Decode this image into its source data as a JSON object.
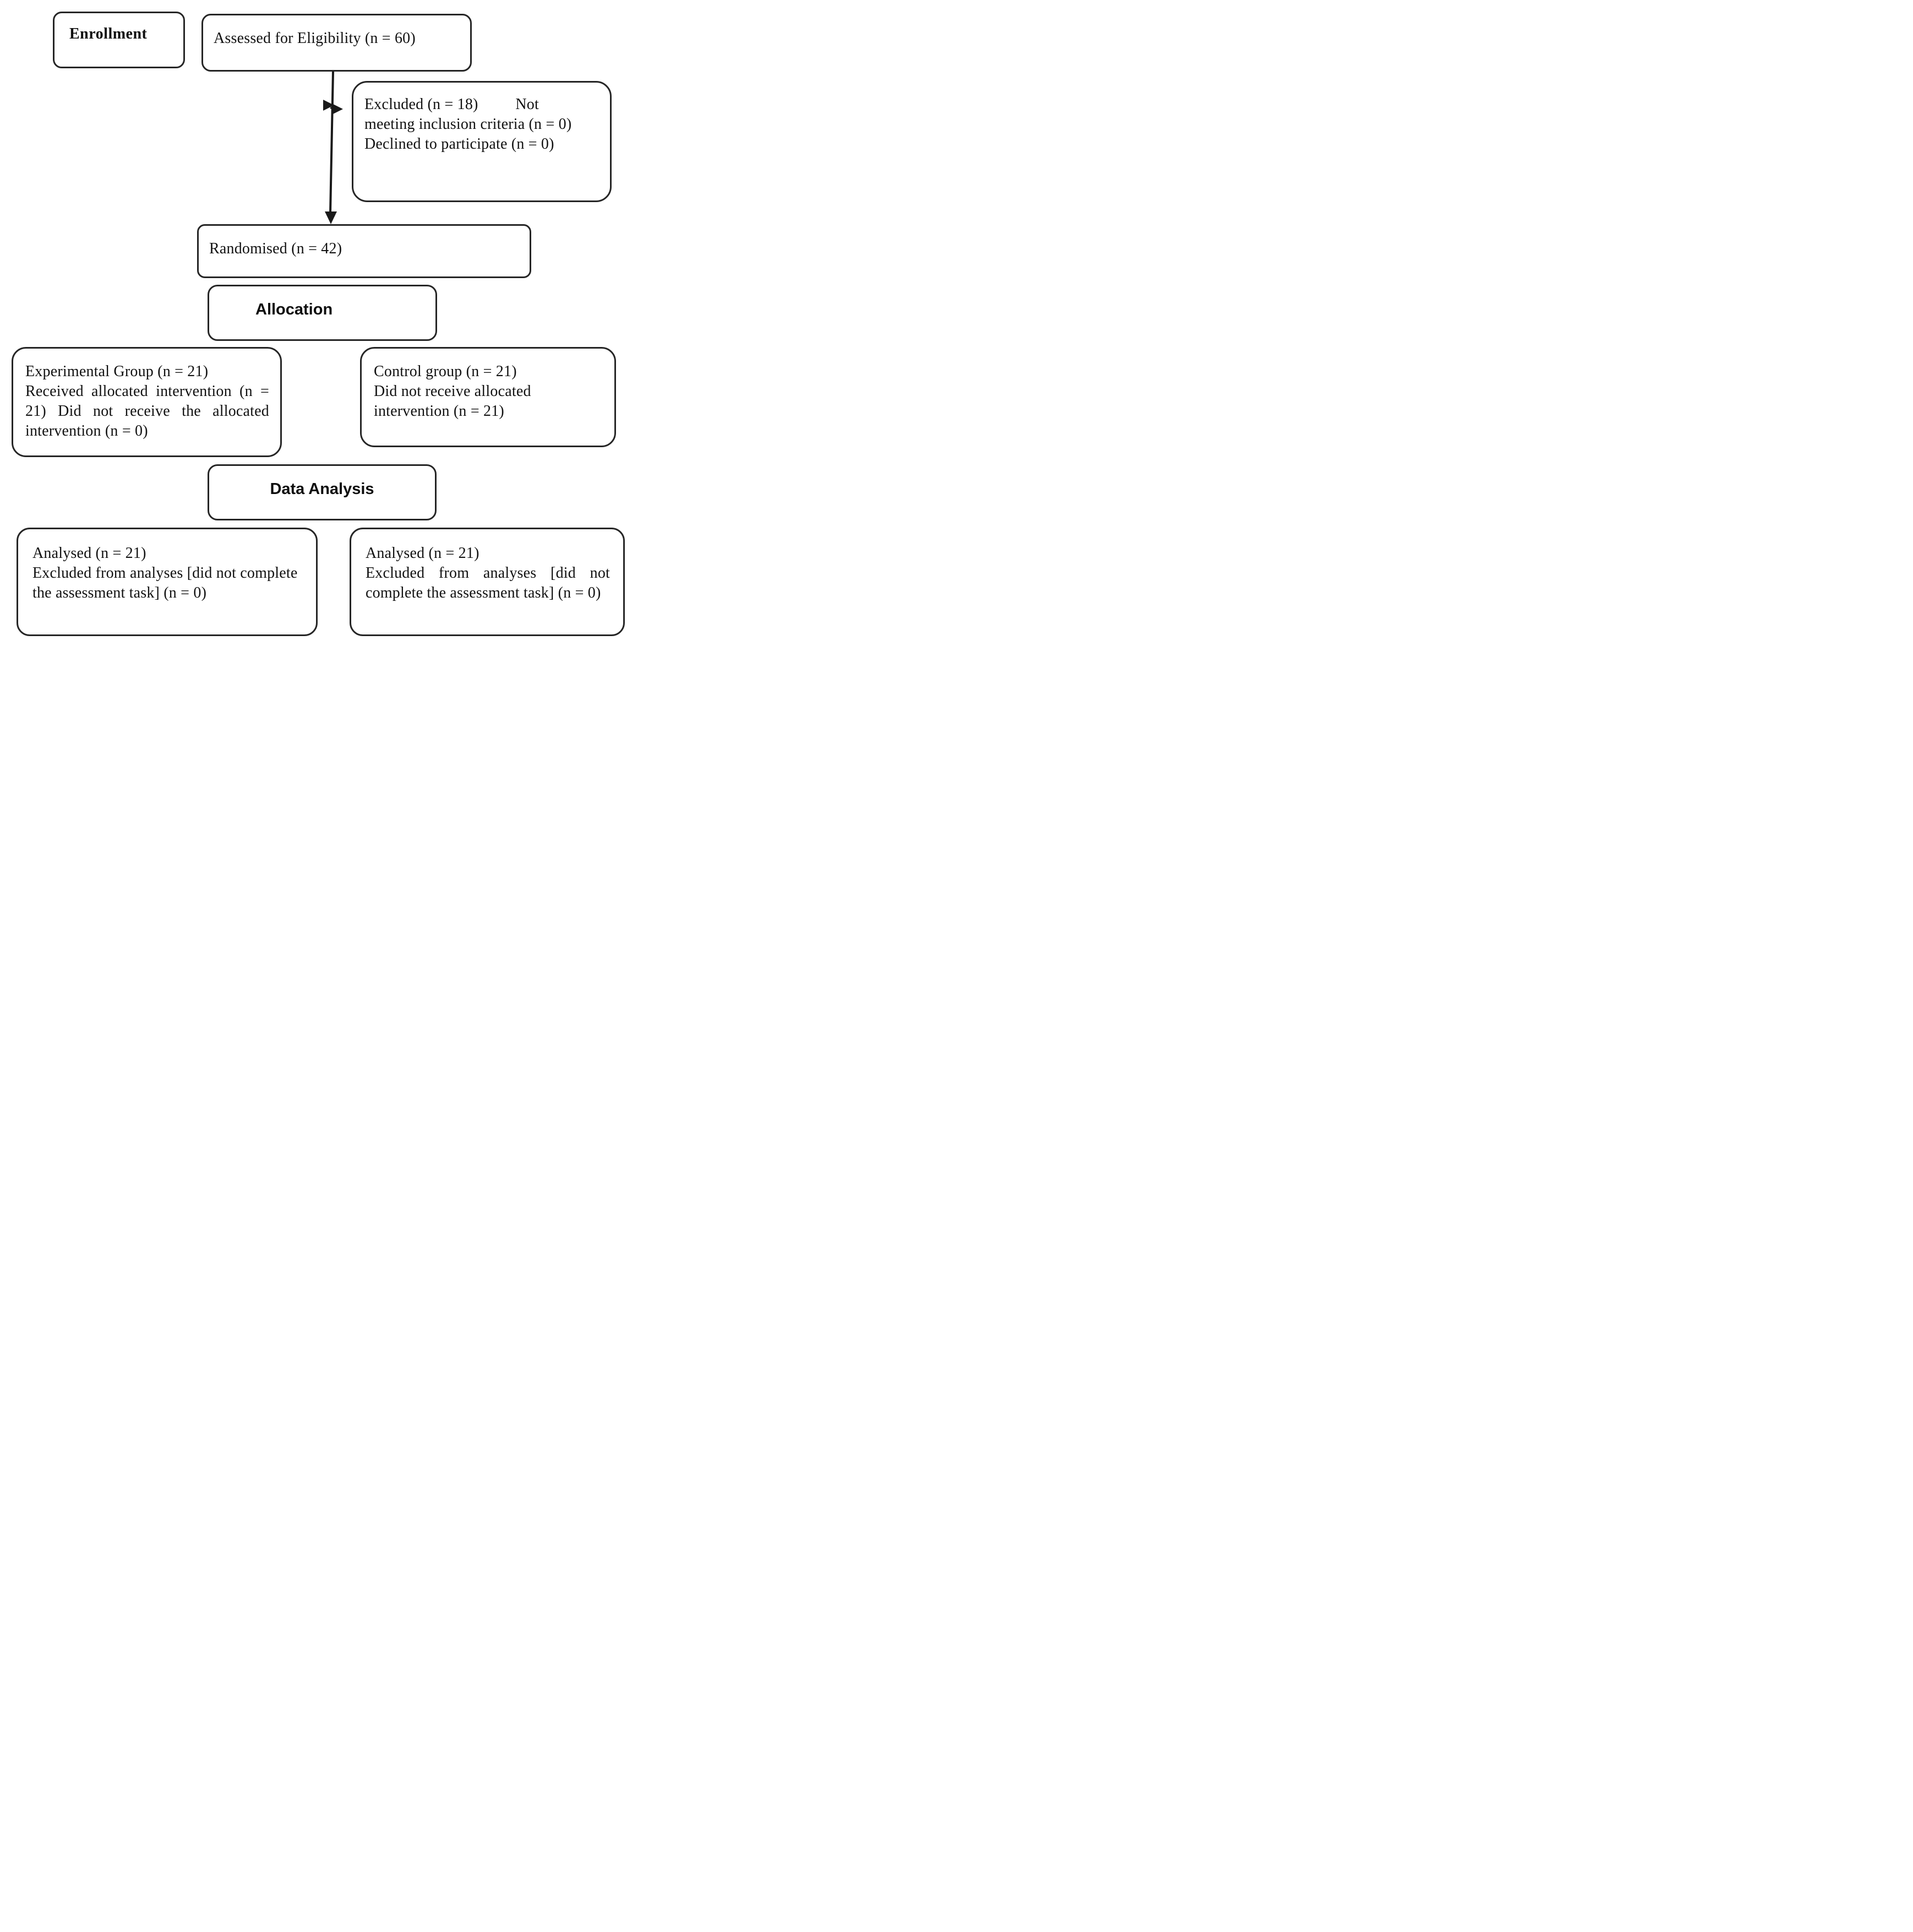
{
  "page": {
    "background": "#ffffff",
    "ink": "#1a1a1a"
  },
  "boxes": {
    "enrollment": {
      "title": "Enrollment"
    },
    "assessed": {
      "text": "Assessed for Eligibility (n = 60)"
    },
    "excluded": {
      "line1_left": "Excluded (n = 18)",
      "line1_right": "Not",
      "line2": "meeting inclusion criteria (n = 0)",
      "line3": "Declined to participate (n = 0)"
    },
    "randomised": {
      "text": "Randomised (n = 42)"
    },
    "allocation": {
      "title": "Allocation"
    },
    "experimental": {
      "line1": "Experimental Group (n = 21)",
      "line2": "Received allocated intervention (n =",
      "line3": "21) Did not receive the allocated",
      "line4": "intervention (n = 0)"
    },
    "control": {
      "line1": "Control group (n = 21)",
      "line2": "Did not receive allocated",
      "line3": "intervention (n = 21)"
    },
    "data_analysis": {
      "title": "Data Analysis"
    },
    "analysed_experimental": {
      "line1": "Analysed (n = 21)",
      "line2": "Excluded from analyses [did not complete",
      "line3": "the assessment task] (n = 0)"
    },
    "analysed_control": {
      "line1": "Analysed (n = 21)",
      "line2": "Excluded from analyses [did not",
      "line3": "complete the assessment task] (n = 0)"
    }
  }
}
